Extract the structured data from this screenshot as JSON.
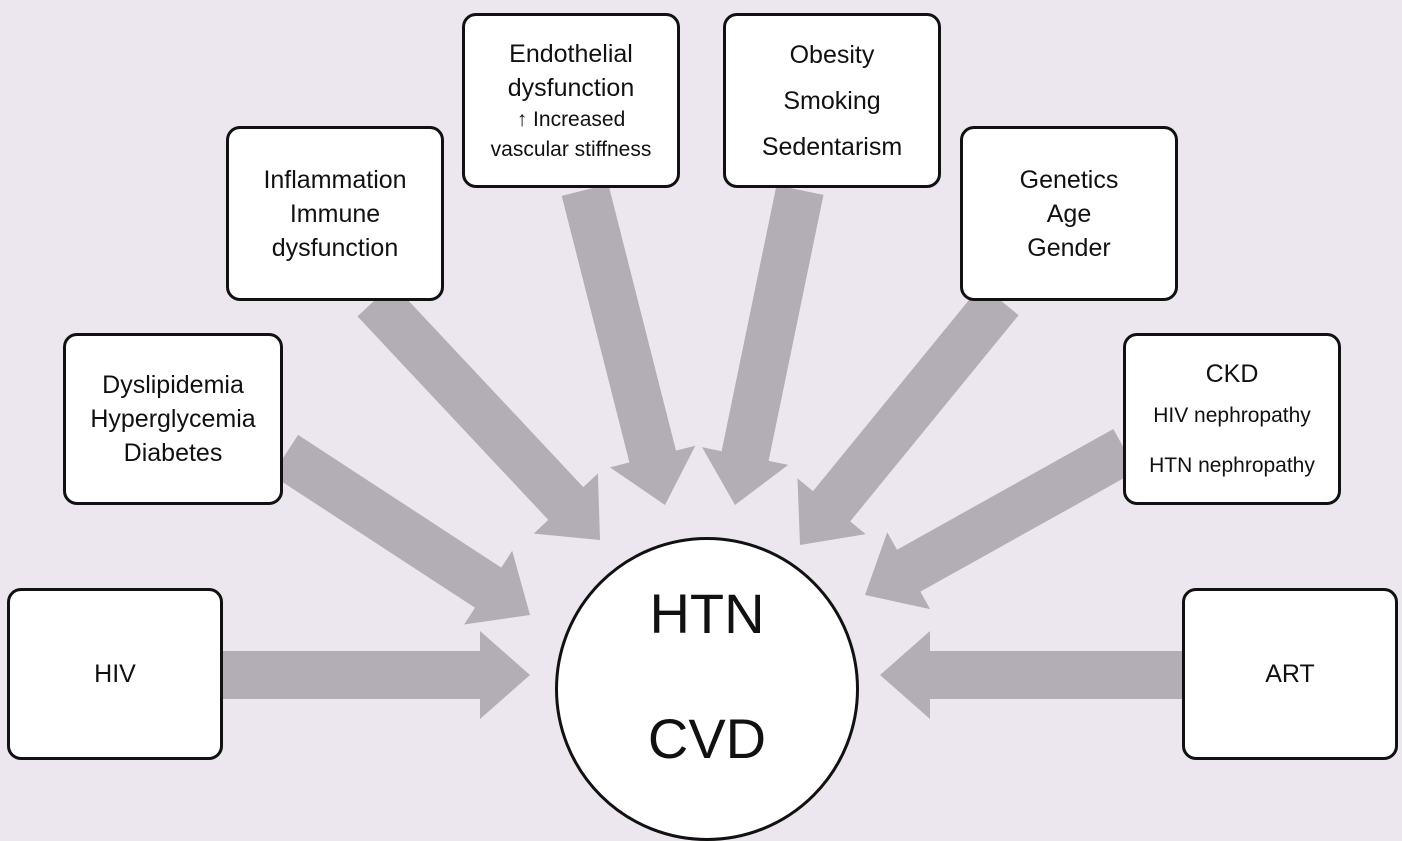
{
  "diagram": {
    "hub": {
      "top": "HTN",
      "bottom": "CVD"
    },
    "nodes": {
      "hiv": [
        "HIV"
      ],
      "metabolic": [
        "Dyslipidemia",
        "Hyperglycemia",
        "Diabetes"
      ],
      "inflammation": [
        "Inflammation",
        "Immune",
        "dysfunction"
      ],
      "endothelial": [
        "Endothelial",
        "dysfunction"
      ],
      "endothelial_sub": [
        "↑ Increased",
        "vascular stiffness"
      ],
      "lifestyle": [
        "Obesity",
        "Smoking",
        "Sedentarism"
      ],
      "demographic": [
        "Genetics",
        "Age",
        "Gender"
      ],
      "renal_top": "CKD",
      "renal_sub": [
        "HIV nephropathy",
        "HTN nephropathy"
      ],
      "art": [
        "ART"
      ]
    },
    "colors": {
      "background": "#ece6ee",
      "arrow": "#b3adb5",
      "box_fill": "#ffffff",
      "border": "#111111"
    }
  }
}
